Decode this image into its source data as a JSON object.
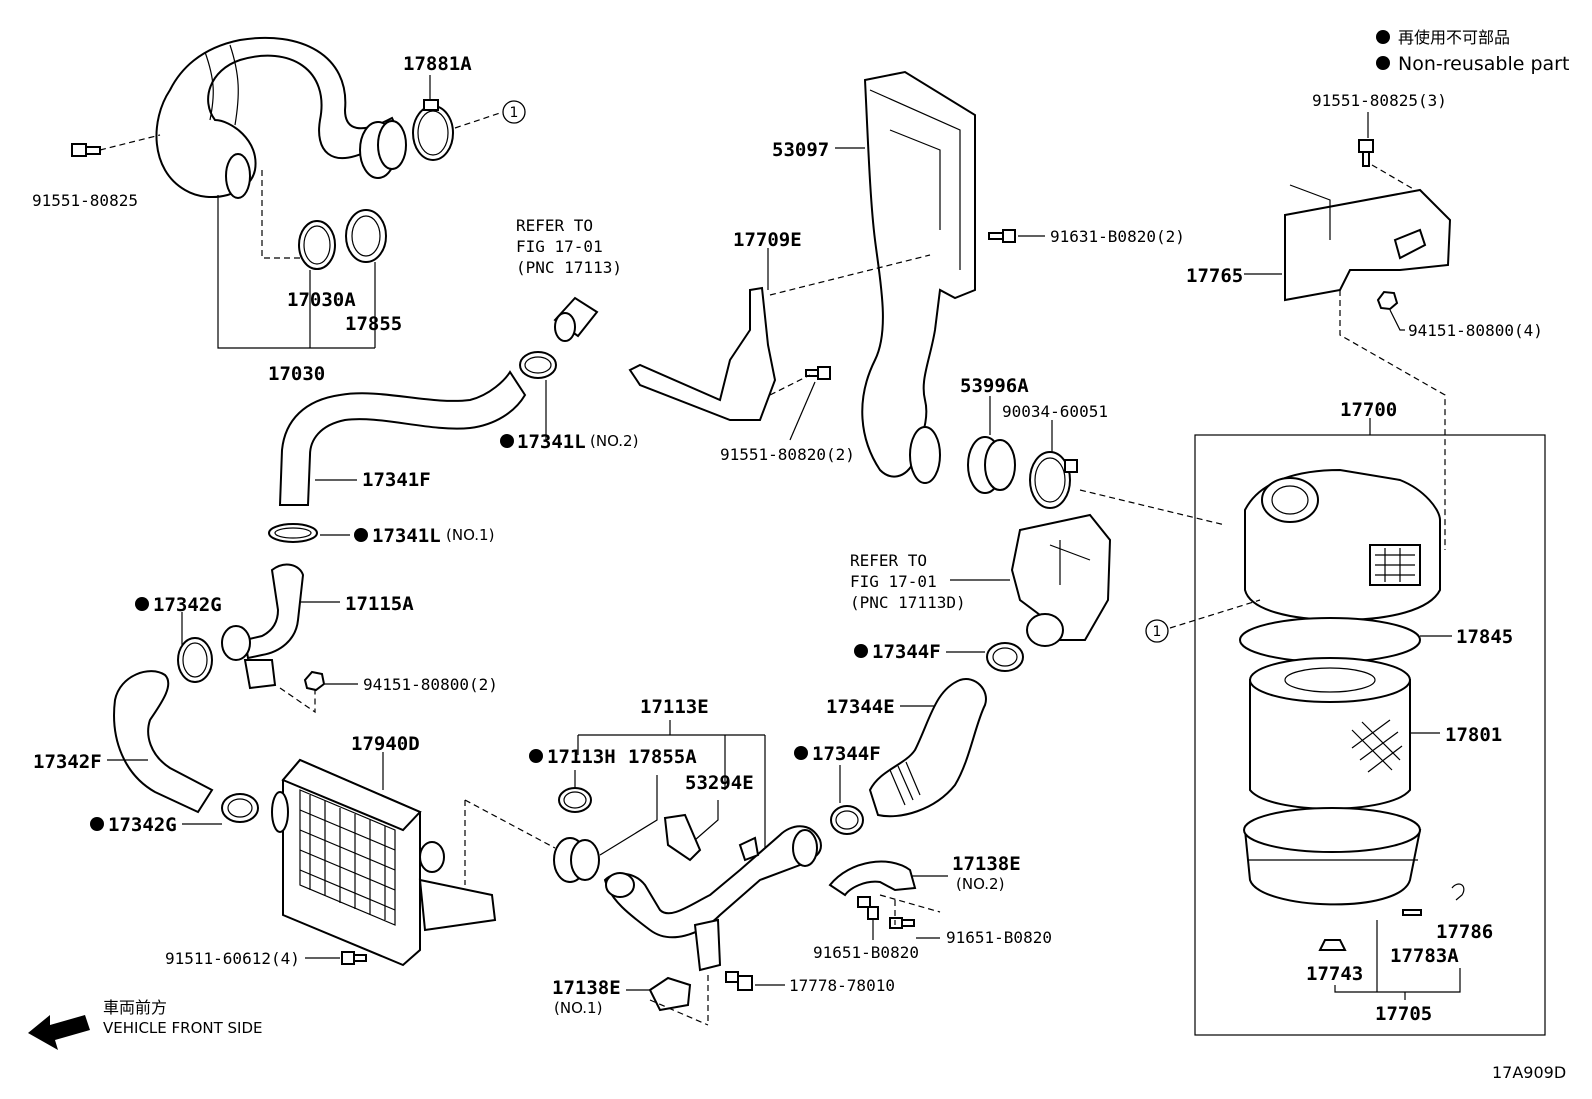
{
  "legend": {
    "non_reusable_jp": "再使用不可部品",
    "non_reusable_en": "Non-reusable part"
  },
  "direction": {
    "label_jp": "車両前方",
    "label_en": "VEHICLE FRONT SIDE"
  },
  "figure_id": "17A909D",
  "references": [
    {
      "line1": "REFER TO",
      "line2": "FIG 17-01",
      "line3": "(PNC 17113)"
    },
    {
      "line1": "REFER TO",
      "line2": "FIG 17-01",
      "line3": "(PNC 17113D)"
    }
  ],
  "circle_marker": "1",
  "parts": {
    "p17881A": "17881A",
    "p91551_80825": "91551-80825",
    "p17030A": "17030A",
    "p17855": "17855",
    "p17030": "17030",
    "p17341L_no2": "17341L",
    "p17341L_no2_sub": "(NO.2)",
    "p17341F": "17341F",
    "p17341L_no1": "17341L",
    "p17341L_no1_sub": "(NO.1)",
    "p17342G_a": "17342G",
    "p17115A": "17115A",
    "p94151_80800_2": "94151-80800(2)",
    "p17342F": "17342F",
    "p17940D": "17940D",
    "p17342G_b": "17342G",
    "p91511_60612_4": "91511-60612(4)",
    "p53097": "53097",
    "p17709E": "17709E",
    "p91631_B0820_2": "91631-B0820(2)",
    "p91551_80820_2": "91551-80820(2)",
    "p53996A": "53996A",
    "p90034_60051": "90034-60051",
    "p17344F_a": "17344F",
    "p17344E": "17344E",
    "p17344F_b": "17344F",
    "p17113E": "17113E",
    "p17113H": "17113H",
    "p17855A": "17855A",
    "p53294E": "53294E",
    "p17138E_no2": "17138E",
    "p17138E_no2_sub": "(NO.2)",
    "p91651_B0820_a": "91651-B0820",
    "p91651_B0820_b": "91651-B0820",
    "p17138E_no1": "17138E",
    "p17138E_no1_sub": "(NO.1)",
    "p17778_78010": "17778-78010",
    "p91551_80825_3": "91551-80825(3)",
    "p17765": "17765",
    "p94151_80800_4": "94151-80800(4)",
    "p17700": "17700",
    "p17845": "17845",
    "p17801": "17801",
    "p17786": "17786",
    "p17743": "17743",
    "p17783A": "17783A",
    "p17705": "17705"
  }
}
